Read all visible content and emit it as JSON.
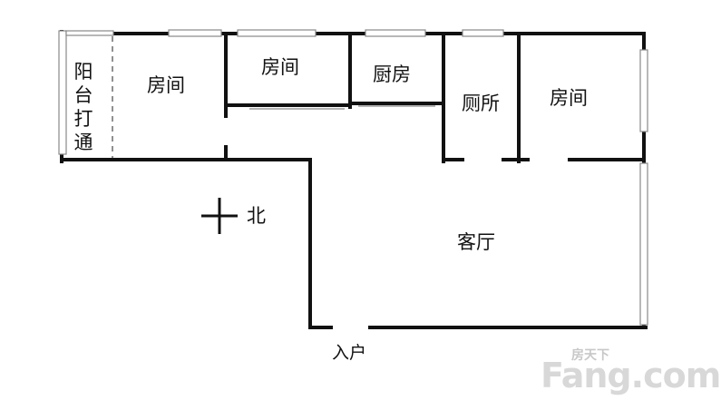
{
  "rooms": {
    "balcony": "阳台打通",
    "room_1": "房间",
    "room_2": "房间",
    "kitchen": "厨房",
    "toilet": "厕所",
    "room_3": "房间",
    "living_room": "客厅"
  },
  "compass": {
    "label": "北"
  },
  "entrance": {
    "label": "入户"
  },
  "watermark": {
    "cn": "房天下",
    "latin": "Fang.com"
  },
  "colors": {
    "wall": "#111111",
    "window": "#888888",
    "background": "#ffffff",
    "watermark": "#d8d8d8"
  }
}
